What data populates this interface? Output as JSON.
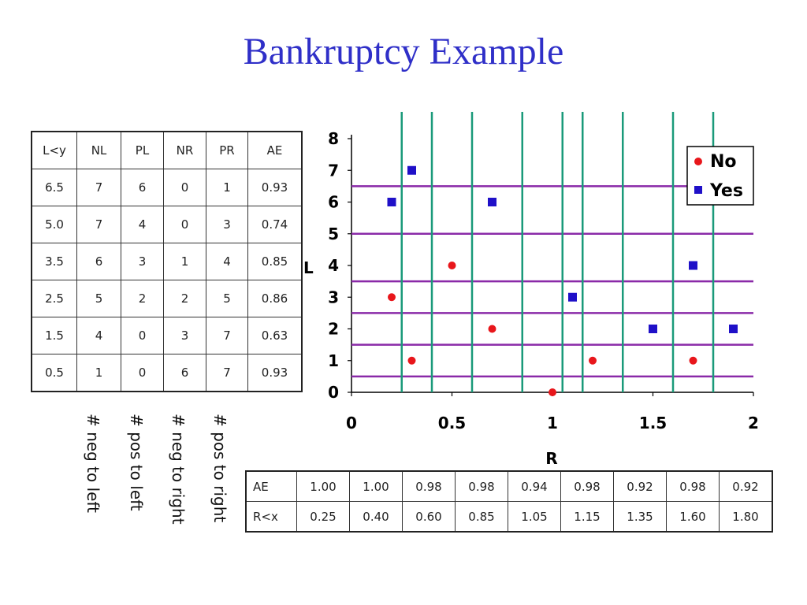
{
  "title": "Bankruptcy Example",
  "left_table": {
    "headers": [
      "L<y",
      "NL",
      "PL",
      "NR",
      "PR",
      "AE"
    ],
    "rows": [
      [
        "6.5",
        "7",
        "6",
        "0",
        "1",
        "0.93"
      ],
      [
        "5.0",
        "7",
        "4",
        "0",
        "3",
        "0.74"
      ],
      [
        "3.5",
        "6",
        "3",
        "1",
        "4",
        "0.85"
      ],
      [
        "2.5",
        "5",
        "2",
        "2",
        "5",
        "0.86"
      ],
      [
        "1.5",
        "4",
        "0",
        "3",
        "7",
        "0.63"
      ],
      [
        "0.5",
        "1",
        "0",
        "6",
        "7",
        "0.93"
      ]
    ],
    "column_notes": [
      "# neg to left",
      "# pos to left",
      "# neg to right",
      "# pos to right"
    ]
  },
  "bottom_table": {
    "rows": [
      {
        "label": "AE",
        "values": [
          "1.00",
          "1.00",
          "0.98",
          "0.98",
          "0.94",
          "0.98",
          "0.92",
          "0.98",
          "0.92"
        ]
      },
      {
        "label": "R<x",
        "values": [
          "0.25",
          "0.40",
          "0.60",
          "0.85",
          "1.05",
          "1.15",
          "1.35",
          "1.60",
          "1.80"
        ]
      }
    ]
  },
  "colors": {
    "title": "#2f2fc8",
    "no": "#e8161b",
    "yes": "#1f10c8",
    "horizontal_splits": "#8a2aa8",
    "vertical_splits": "#1a9a7a"
  },
  "chart_data": {
    "type": "scatter",
    "xlabel": "R",
    "ylabel": "L",
    "xlim": [
      0,
      2
    ],
    "ylim": [
      0,
      8
    ],
    "x_ticks": [
      "0",
      "0.5",
      "1",
      "1.5",
      "2"
    ],
    "y_ticks": [
      "0",
      "1",
      "2",
      "3",
      "4",
      "5",
      "6",
      "7",
      "8"
    ],
    "legend_position": "top-right",
    "series": [
      {
        "name": "No",
        "marker": "circle",
        "color": "#e8161b",
        "points": [
          [
            0.2,
            3
          ],
          [
            0.3,
            1
          ],
          [
            0.5,
            4
          ],
          [
            0.7,
            2
          ],
          [
            1.0,
            0
          ],
          [
            1.2,
            1
          ],
          [
            1.7,
            1
          ]
        ]
      },
      {
        "name": "Yes",
        "marker": "square",
        "color": "#1f10c8",
        "points": [
          [
            0.2,
            6
          ],
          [
            0.3,
            7
          ],
          [
            0.7,
            6
          ],
          [
            1.1,
            3
          ],
          [
            1.5,
            2
          ],
          [
            1.7,
            4
          ],
          [
            1.9,
            2
          ]
        ]
      }
    ],
    "horizontal_lines": [
      6.5,
      5.0,
      3.5,
      2.5,
      1.5,
      0.5
    ],
    "vertical_lines": [
      0.25,
      0.4,
      0.6,
      0.85,
      1.05,
      1.15,
      1.35,
      1.6,
      1.8
    ]
  }
}
